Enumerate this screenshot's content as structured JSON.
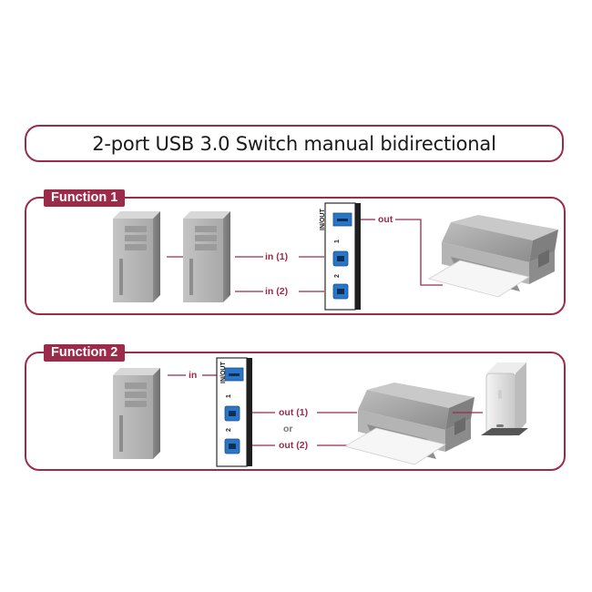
{
  "title": "2-port USB 3.0 Switch manual bidirectional",
  "colors": {
    "accent": "#9c2b4a",
    "port_blue": "#2a76c6",
    "device_gray": "#9a9a9a"
  },
  "function1": {
    "tab": "Function 1",
    "switch_labels": {
      "inout": "IN/OUT",
      "port1": "1",
      "port2": "2"
    },
    "labels": {
      "out": "out",
      "in1": "in (1)",
      "in2": "in (2)"
    }
  },
  "function2": {
    "tab": "Function 2",
    "switch_labels": {
      "inout": "IN/OUT",
      "port1": "1",
      "port2": "2"
    },
    "labels": {
      "in": "in",
      "out1": "out (1)",
      "or": "or",
      "out2": "out (2)"
    }
  }
}
